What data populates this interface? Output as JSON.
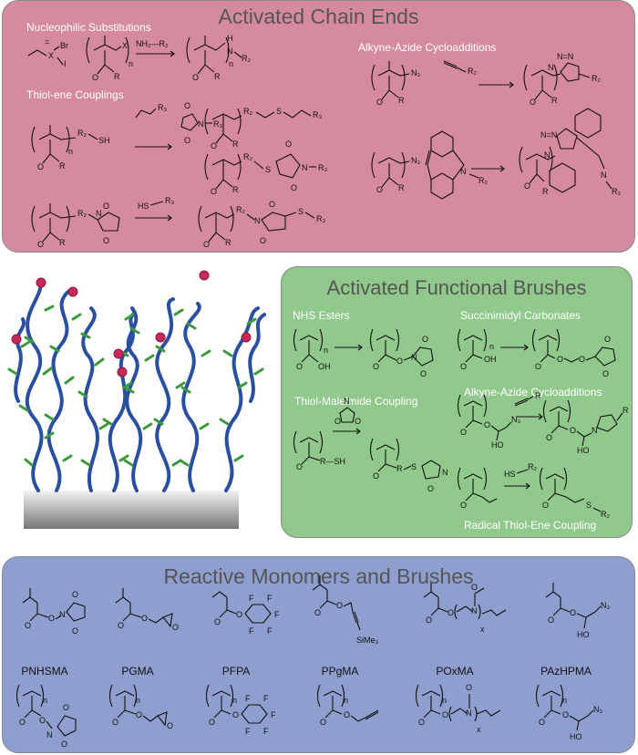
{
  "top_panel": {
    "title": "Activated Chain Ends",
    "sections": {
      "nucleophilic": "Nucleophilic Substitutions",
      "thiol_ene": "Thiol-ene Couplings",
      "alkyne_azide": "Alkyne-Azide Cycloadditions"
    }
  },
  "mid_panel": {
    "title": "Activated Functional Brushes",
    "sections": {
      "nhs": "NHS Esters",
      "succinimidyl": "Succinimidyl Carbonates",
      "thiol_maleimide": "Thiol-Maleimide Coupling",
      "alkyne_azide": "Alkyne-Azide Cycloadditions",
      "radical": "Radical Thiol-Ene Coupling"
    }
  },
  "bottom_panel": {
    "title": "Reactive Monomers and Brushes",
    "monomers": [
      "PNHSMA",
      "PGMA",
      "PFPA",
      "PPgMA",
      "POxMA",
      "PAzHPMA"
    ]
  },
  "colors": {
    "top_panel": "#d68aa0",
    "mid_panel": "#91c98c",
    "bottom_panel": "#8e9fcf",
    "brush_chain": "#2a4fa0",
    "brush_side": "#3c9a3c",
    "brush_end": "#c8285a"
  }
}
